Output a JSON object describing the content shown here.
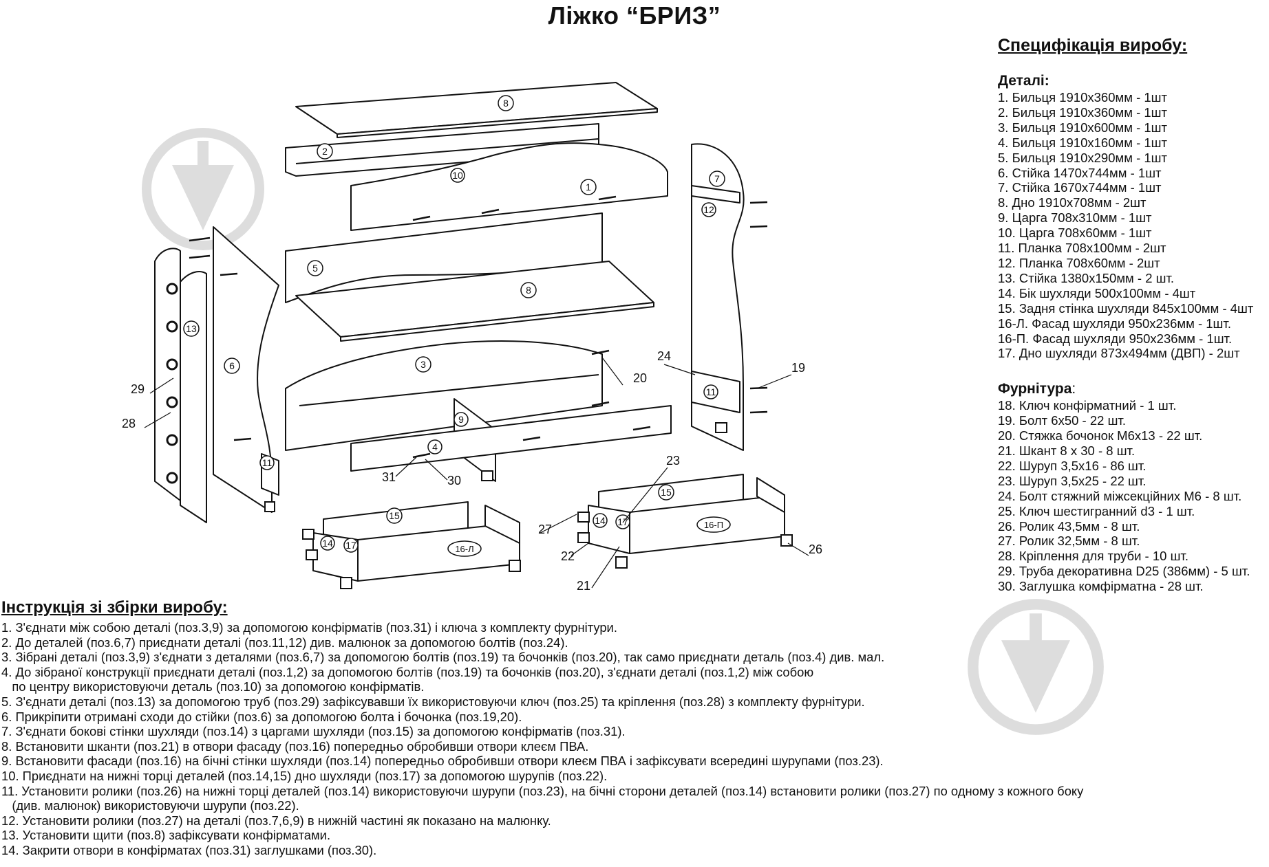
{
  "title": "Ліжко “БРИЗ”",
  "spec": {
    "heading": "Специфікація виробу:",
    "parts_heading": "Деталі:",
    "parts": [
      "1. Бильця 1910x360мм - 1шт",
      "2. Бильця 1910x360мм - 1шт",
      "3. Бильця 1910x600мм - 1шт",
      "4. Бильця 1910x160мм - 1шт",
      "5. Бильця 1910x290мм - 1шт",
      "6. Стійка 1470x744мм - 1шт",
      "7. Стійка 1670x744мм - 1шт",
      "8. Дно 1910x708мм - 2шт",
      "9. Царга 708x310мм - 1шт",
      "10. Царга 708x60мм - 1шт",
      "11. Планка 708x100мм - 2шт",
      "12. Планка 708x60мм - 2шт",
      "13. Стійка 1380x150мм - 2 шт.",
      "14. Бік шухляди 500x100мм - 4шт",
      "15. Задня стінка шухляди 845x100мм - 4шт",
      "16-Л. Фасад шухляди 950x236мм - 1шт.",
      "16-П. Фасад шухляди 950x236мм - 1шт.",
      "17. Дно шухляди 873x494мм (ДВП) - 2шт"
    ],
    "hardware_heading": "Фурнітура",
    "hardware_colon": ":",
    "hardware": [
      "18. Ключ конфірматний - 1 шт.",
      "19. Болт 6x50 - 22 шт.",
      "20. Стяжка бочонок M6x13 - 22 шт.",
      "21. Шкант 8 x 30 - 8 шт.",
      "22. Шуруп 3,5x16 - 86 шт.",
      "23. Шуруп 3,5x25 - 22 шт.",
      "24. Болт стяжний міжсекційних M6 - 8 шт.",
      "25. Ключ шестигранний d3 - 1 шт.",
      "26. Ролик 43,5мм - 8 шт.",
      "27. Ролик 32,5мм - 8 шт.",
      "28. Кріплення для труби - 10 шт.",
      "29. Труба декоративна D25 (386мм) - 5 шт.",
      "30. Заглушка комфірматна - 28 шт."
    ]
  },
  "instructions": {
    "heading": "Інструкція зі збірки виробу:",
    "steps": [
      "1. З'єднати між собою деталі (поз.3,9) за допомогою конфірматів (поз.31) і ключа з комплекту фурнітури.",
      "2. До деталей (поз.6,7) приєднати деталі (поз.11,12) див. малюнок за допомогою болтів (поз.24).",
      "3. Зібрані деталі (поз.3,9) з'єднати з деталями (поз.6,7) за допомогою болтів (поз.19) та бочонків (поз.20), так само приєднати деталь (поз.4) див. мал.",
      "4. До зібраної конструкції приєднати деталі (поз.1,2) за допомогою болтів (поз.19) та бочонків (поз.20), з'єднати деталі (поз.1,2) між собою",
      "   по центру використовуючи деталь (поз.10) за допомогою конфірматів.",
      "5. З'єднати деталі (поз.13) за допомогою труб (поз.29) зафіксувавши їх використовуючи ключ (поз.25) та кріплення (поз.28) з комплекту фурнітури.",
      "6. Прикріпити отримані сходи до стійки (поз.6) за допомогою болта і бочонка (поз.19,20).",
      "7. З'єднати бокові стінки шухляди (поз.14) з царгами шухляди (поз.15) за допомогою конфірматів (поз.31).",
      "8. Встановити шканти (поз.21) в отвори фасаду (поз.16) попередньо обробивши отвори клеєм ПВА.",
      "9. Встановити фасади (поз.16) на бічні стінки шухляди (поз.14) попередньо обробивши отвори клеєм ПВА і зафіксувати всередині шурупами (поз.23).",
      "10. Приєднати на нижні торці деталей (поз.14,15) дно шухляди (поз.17) за допомогою шурупів (поз.22).",
      "11. Установити ролики (поз.26) на нижні торці деталей (поз.14) використовуючи шурупи (поз.23), на бічні сторони деталей (поз.14) встановити ролики (поз.27) по одному з кожного боку",
      "   (див. малюнок) використовуючи шурупи (поз.22).",
      "12. Установити ролики (поз.27) на деталі (поз.7,6,9) в нижній частині як показано на малюнку.",
      "13. Установити щити (поз.8) зафіксувати конфірматами.",
      "14. Закрити отвори в конфірматах (поз.31) заглушками (поз.30)."
    ]
  },
  "diagram": {
    "circled_labels": [
      "8",
      "2",
      "10",
      "1",
      "7",
      "12",
      "5",
      "8",
      "13",
      "6",
      "3",
      "9",
      "4",
      "11",
      "11",
      "15",
      "14",
      "17",
      "16-Л",
      "15",
      "14",
      "17",
      "16-П"
    ],
    "callouts": [
      "24",
      "20",
      "19",
      "29",
      "28",
      "31",
      "30",
      "23",
      "27",
      "22",
      "21",
      "26"
    ]
  }
}
